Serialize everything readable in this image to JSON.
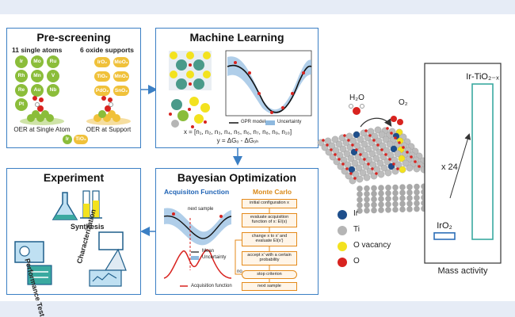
{
  "panels": {
    "prescreening": {
      "title": "Pre-screening",
      "single_atoms_label": "11 single atoms",
      "supports_label": "6 oxide supports",
      "single_atoms": [
        "Ir",
        "Mo",
        "Ru",
        "Rh",
        "Mn",
        "V",
        "Re",
        "Au",
        "Nb",
        "Pt"
      ],
      "oxides": [
        "IrO₂",
        "MoO₂",
        "TiO₂",
        "MnO₂",
        "PdO₂",
        "SnO₂"
      ],
      "oer_atom": "OER at Single Atom",
      "oer_support": "OER at Support",
      "combo_atom": "Ir",
      "combo_support": "TiO₂"
    },
    "ml": {
      "title": "Machine Learning",
      "legend_model": "GPR model",
      "legend_uncertainty": "Uncertainty",
      "formula_x": "x = [n₁, n₂, n₃, n₄, n₅, n₆, n₇, n₈, n₉, n₁₀]",
      "formula_y": "y = ΔGₒ - ΔGₒₕ"
    },
    "experiment": {
      "title": "Experiment",
      "synthesis": "Synthesis",
      "performance": "Performance Test",
      "characterization": "Characterization"
    },
    "bo": {
      "title": "Bayesian Optimization",
      "acq_title": "Acquisiton Function",
      "mc_title": "Monte Carlo",
      "next_sample_label": "next sample",
      "legend_mean": "Mean",
      "legend_uncertainty": "Uncertainty",
      "acq_legend": "Acquisition function",
      "mc_steps": [
        "initial configuration x",
        "evaluate acquisition function of x: EI(x)",
        "change x to x' and evaluate EI(x')",
        "accept x' with a certain probability",
        "stop criterion",
        "next sample"
      ],
      "no_label": "no"
    }
  },
  "reaction": {
    "water": "H₂O",
    "oxygen": "O₂"
  },
  "legend": [
    {
      "label": "Ir",
      "color": "#1e4f8c"
    },
    {
      "label": "Ti",
      "color": "#b5b5b5"
    },
    {
      "label": "O vacancy",
      "color": "#f3e21f"
    },
    {
      "label": "O",
      "color": "#d8231f"
    }
  ],
  "chart_data": {
    "type": "bar",
    "categories": [
      "IrO₂",
      "Ir-TiO₂₋ₓ"
    ],
    "values": [
      1,
      24
    ],
    "xlabel": "Mass activity",
    "annotation": "x 24",
    "colors": {
      "IrO2": "#2e6fb8",
      "Ir-TiO2-x": "#3aa9a0"
    }
  }
}
